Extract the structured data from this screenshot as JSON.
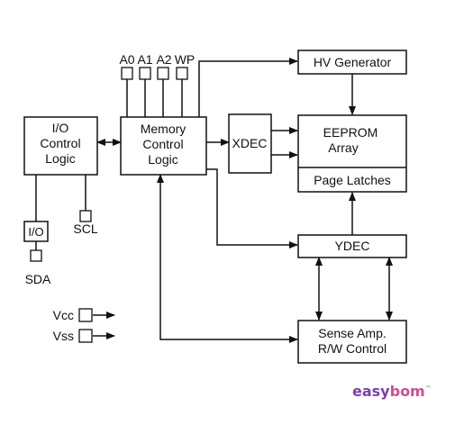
{
  "blocks": {
    "io_control": [
      "I/O",
      "Control",
      "Logic"
    ],
    "memory_control": [
      "Memory",
      "Control",
      "Logic"
    ],
    "xdec": "XDEC",
    "hv_generator": "HV Generator",
    "eeprom_array": [
      "EEPROM",
      "Array"
    ],
    "page_latches": "Page Latches",
    "ydec": "YDEC",
    "sense_amp": [
      "Sense Amp.",
      "R/W Control"
    ],
    "io_buffer": "I/O"
  },
  "pins": {
    "a0": "A0",
    "a1": "A1",
    "a2": "A2",
    "wp": "WP",
    "scl": "SCL",
    "sda": "SDA",
    "vcc": "Vcc",
    "vss": "Vss"
  },
  "watermark": {
    "part1": "easy",
    "part2": "bom",
    "tm": "™"
  }
}
